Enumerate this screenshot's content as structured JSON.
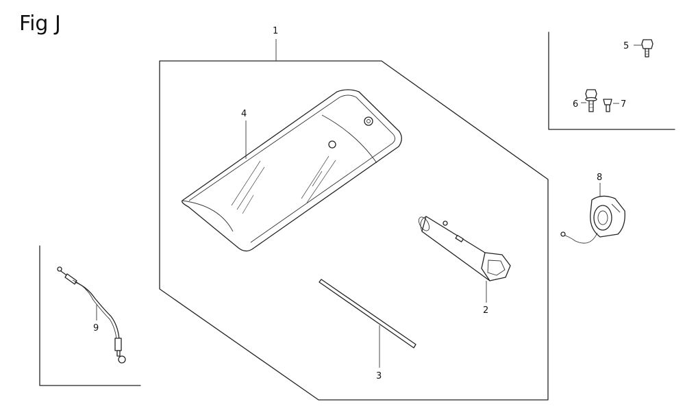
{
  "figure": {
    "title": "Fig J"
  },
  "callouts": {
    "c1": "1",
    "c2": "2",
    "c3": "3",
    "c4": "4",
    "c5": "5",
    "c6": "6",
    "c7": "7",
    "c8": "8",
    "c9": "9"
  },
  "parts": {
    "p1": "tool-kit-boundary",
    "p2": "spark-plug-wrench",
    "p3": "tommy-bar",
    "p4": "tool-bag",
    "p5": "bolt",
    "p6": "bolt-washer",
    "p7": "screw",
    "p8": "oil-level-switch",
    "p9": "throttle-cable"
  }
}
